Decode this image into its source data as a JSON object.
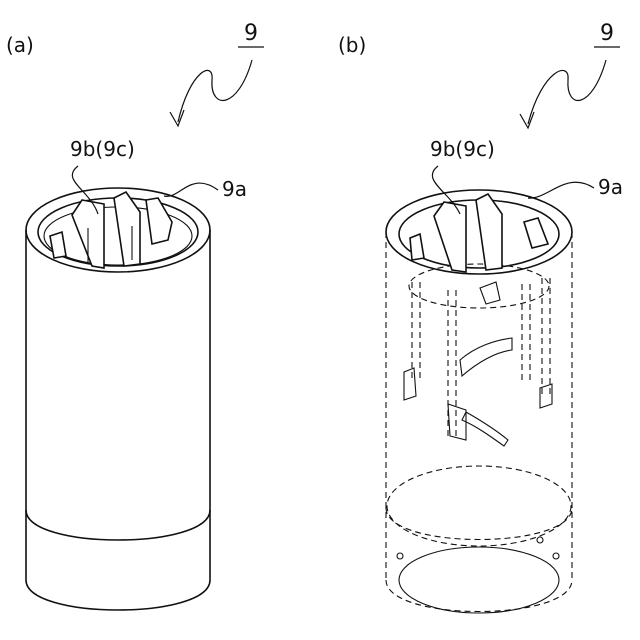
{
  "figures": [
    {
      "panel": "(a)",
      "ref": "9",
      "label_blade": "9b(9c)",
      "label_body": "9a"
    },
    {
      "panel": "(b)",
      "ref": "9",
      "label_blade": "9b(9c)",
      "label_body": "9a"
    }
  ]
}
